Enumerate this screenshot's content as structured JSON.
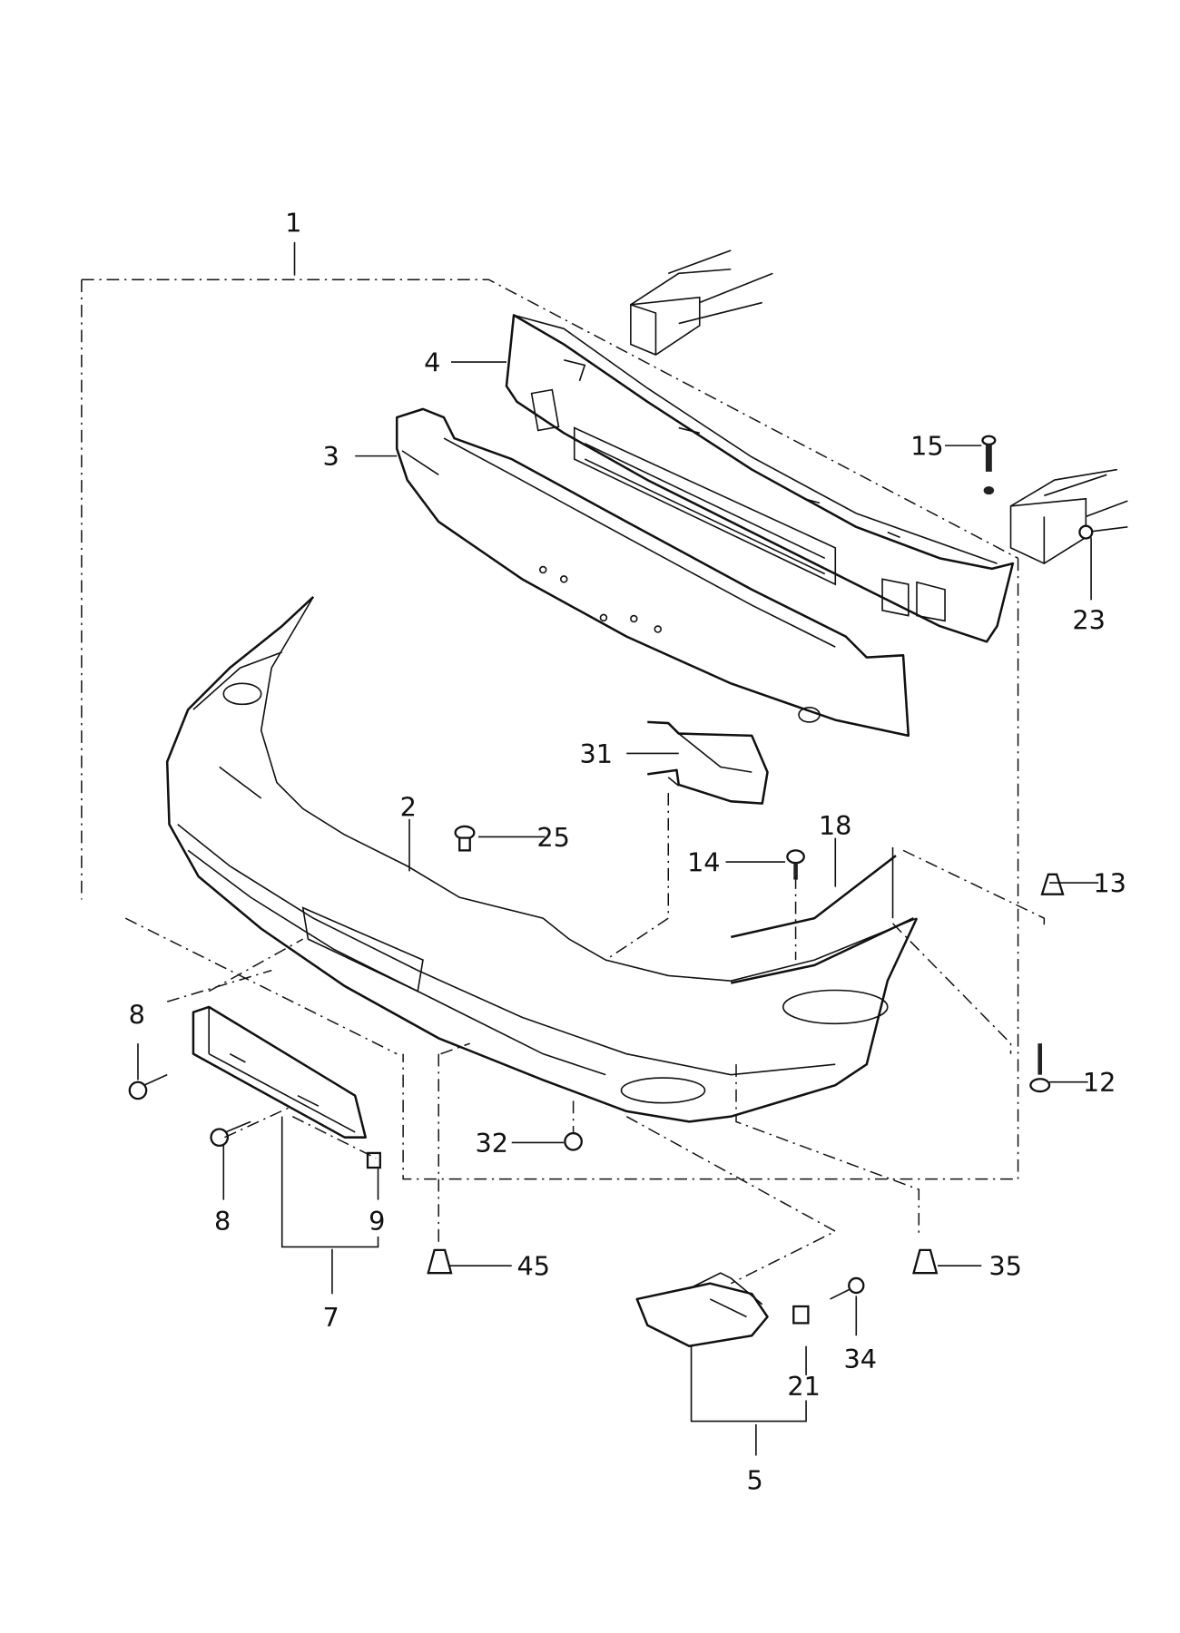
{
  "diagram": {
    "title": "Front bumper assembly exploded parts diagram",
    "callouts": [
      {
        "id": "c1",
        "number": "1"
      },
      {
        "id": "c4",
        "number": "4"
      },
      {
        "id": "c3",
        "number": "3"
      },
      {
        "id": "c15",
        "number": "15"
      },
      {
        "id": "c23",
        "number": "23"
      },
      {
        "id": "c31",
        "number": "31"
      },
      {
        "id": "c2",
        "number": "2"
      },
      {
        "id": "c25",
        "number": "25"
      },
      {
        "id": "c18",
        "number": "18"
      },
      {
        "id": "c14",
        "number": "14"
      },
      {
        "id": "c13",
        "number": "13"
      },
      {
        "id": "c8a",
        "number": "8"
      },
      {
        "id": "c12",
        "number": "12"
      },
      {
        "id": "c32",
        "number": "32"
      },
      {
        "id": "c8b",
        "number": "8"
      },
      {
        "id": "c9",
        "number": "9"
      },
      {
        "id": "c45",
        "number": "45"
      },
      {
        "id": "c35",
        "number": "35"
      },
      {
        "id": "c7",
        "number": "7"
      },
      {
        "id": "c34",
        "number": "34"
      },
      {
        "id": "c21",
        "number": "21"
      },
      {
        "id": "c5",
        "number": "5"
      }
    ]
  }
}
